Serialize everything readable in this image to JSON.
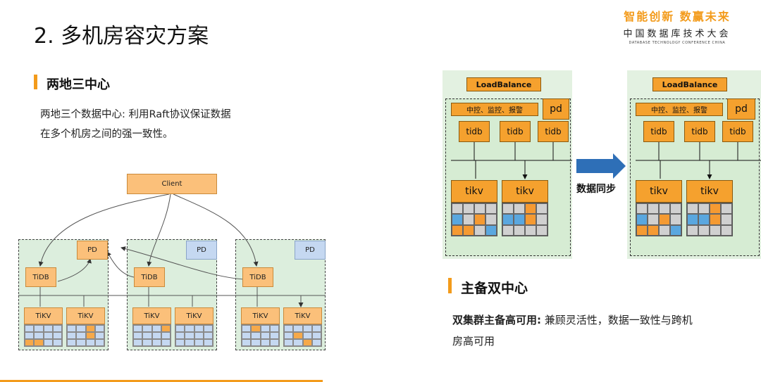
{
  "header": {
    "title": "2. 多机房容灾方案",
    "brand_slogan": "智能创新  数赢未来",
    "brand_name": "中国数据库技术大会",
    "brand_en": "DATABASE TECHNOLOGY CONFERENCE CHINA"
  },
  "left": {
    "section_title": "两地三中心",
    "desc_line1": "两地三个数据中心: 利用Raft协议保证数据",
    "desc_line2": "在多个机房之间的强一致性。",
    "diagram": {
      "client": "Client",
      "pd": "PD",
      "tidb": "TiDB",
      "tikv": "TiKV"
    }
  },
  "right": {
    "load_balance": "LoadBalance",
    "control": "中控、监控、报警",
    "pd": "pd",
    "tidb": "tidb",
    "tikv": "tikv",
    "sync_label": "数据同步",
    "section_title": "主备双中心",
    "desc_bold": "双集群主备高可用:",
    "desc_rest": " 兼顾灵活性，数据一致性与跨机",
    "desc_line2": "房高可用"
  },
  "colors": {
    "accent": "#f39b1b",
    "dc_green": "#dceedd",
    "box_orange": "#fbc07a",
    "box_blue": "#c5d8f1"
  }
}
